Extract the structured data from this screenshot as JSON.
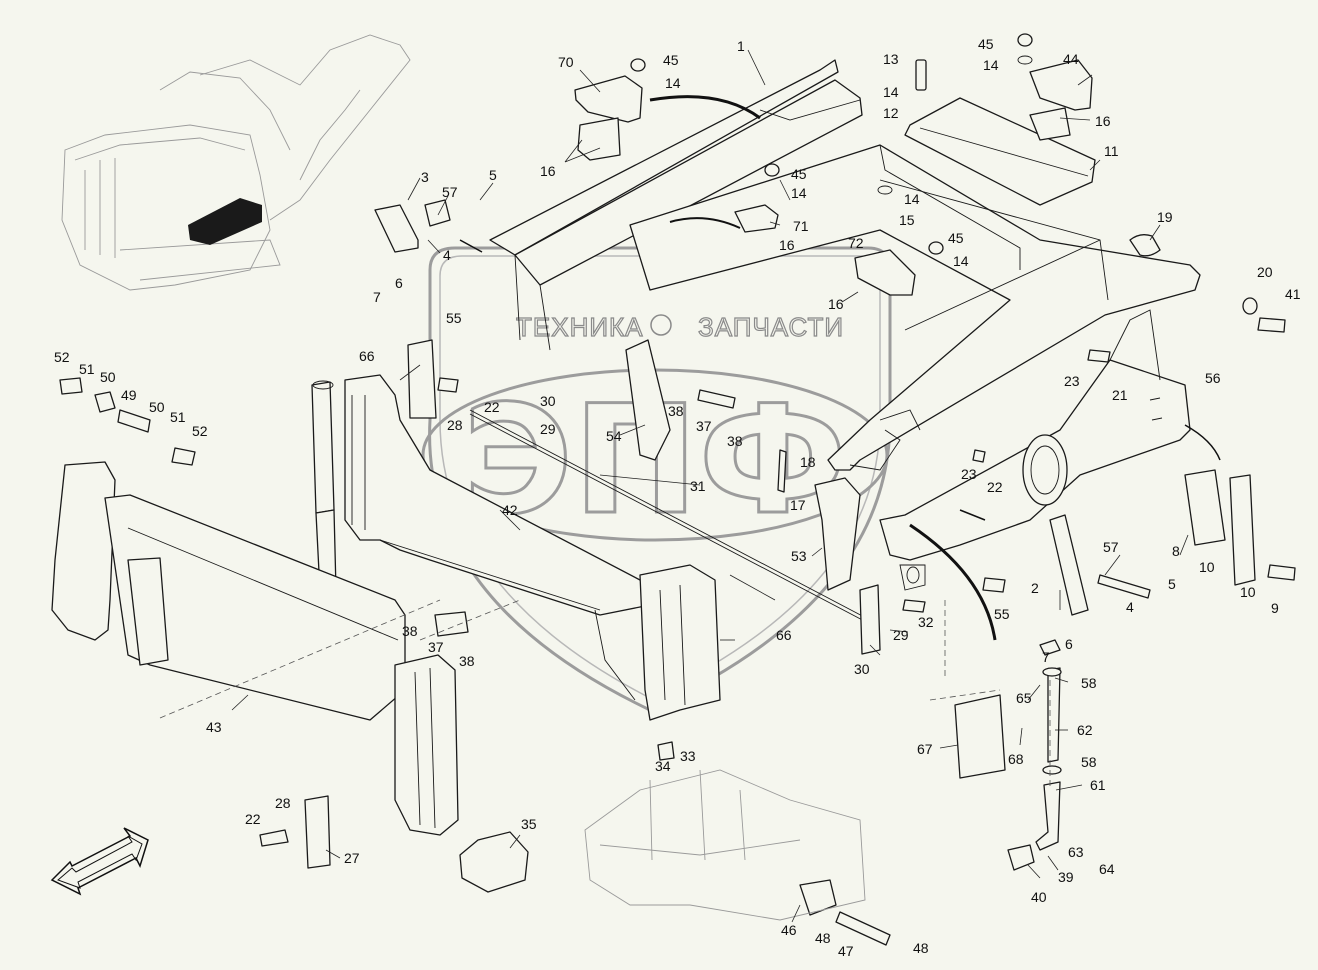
{
  "watermark": {
    "line1_left": "ТЕХНИКА",
    "line1_right": "ЗАПЧАСТИ",
    "logo": "ЭПФ"
  },
  "callouts": [
    {
      "id": "1",
      "text": "1"
    },
    {
      "id": "70",
      "text": "70"
    },
    {
      "id": "45a",
      "text": "45"
    },
    {
      "id": "14a",
      "text": "14"
    },
    {
      "id": "16a",
      "text": "16"
    },
    {
      "id": "3a",
      "text": "3"
    },
    {
      "id": "57a",
      "text": "57"
    },
    {
      "id": "5a",
      "text": "5"
    },
    {
      "id": "4a",
      "text": "4"
    },
    {
      "id": "6a",
      "text": "6"
    },
    {
      "id": "7a",
      "text": "7"
    },
    {
      "id": "55a",
      "text": "55"
    },
    {
      "id": "45b",
      "text": "45"
    },
    {
      "id": "14b",
      "text": "14"
    },
    {
      "id": "71",
      "text": "71"
    },
    {
      "id": "16b",
      "text": "16"
    },
    {
      "id": "72",
      "text": "72"
    },
    {
      "id": "16c",
      "text": "16"
    },
    {
      "id": "45c",
      "text": "45"
    },
    {
      "id": "14c",
      "text": "14"
    },
    {
      "id": "13",
      "text": "13"
    },
    {
      "id": "14d",
      "text": "14"
    },
    {
      "id": "12",
      "text": "12"
    },
    {
      "id": "45d",
      "text": "45"
    },
    {
      "id": "14e",
      "text": "14"
    },
    {
      "id": "44",
      "text": "44"
    },
    {
      "id": "16d",
      "text": "16"
    },
    {
      "id": "11",
      "text": "11"
    },
    {
      "id": "14f",
      "text": "14"
    },
    {
      "id": "15",
      "text": "15"
    },
    {
      "id": "19",
      "text": "19"
    },
    {
      "id": "20",
      "text": "20"
    },
    {
      "id": "41",
      "text": "41"
    },
    {
      "id": "23a",
      "text": "23"
    },
    {
      "id": "21",
      "text": "21"
    },
    {
      "id": "56",
      "text": "56"
    },
    {
      "id": "66a",
      "text": "66"
    },
    {
      "id": "52a",
      "text": "52"
    },
    {
      "id": "51a",
      "text": "51"
    },
    {
      "id": "50a",
      "text": "50"
    },
    {
      "id": "49",
      "text": "49"
    },
    {
      "id": "50b",
      "text": "50"
    },
    {
      "id": "51b",
      "text": "51"
    },
    {
      "id": "52b",
      "text": "52"
    },
    {
      "id": "28a",
      "text": "28"
    },
    {
      "id": "22a",
      "text": "22"
    },
    {
      "id": "30a",
      "text": "30"
    },
    {
      "id": "29a",
      "text": "29"
    },
    {
      "id": "38a",
      "text": "38"
    },
    {
      "id": "37a",
      "text": "37"
    },
    {
      "id": "38b",
      "text": "38"
    },
    {
      "id": "54",
      "text": "54"
    },
    {
      "id": "18",
      "text": "18"
    },
    {
      "id": "17",
      "text": "17"
    },
    {
      "id": "31",
      "text": "31"
    },
    {
      "id": "42",
      "text": "42"
    },
    {
      "id": "23b",
      "text": "23"
    },
    {
      "id": "22b",
      "text": "22"
    },
    {
      "id": "53",
      "text": "53"
    },
    {
      "id": "2",
      "text": "2"
    },
    {
      "id": "57b",
      "text": "57"
    },
    {
      "id": "5b",
      "text": "5"
    },
    {
      "id": "4b",
      "text": "4"
    },
    {
      "id": "6b",
      "text": "6"
    },
    {
      "id": "7b",
      "text": "7"
    },
    {
      "id": "8",
      "text": "8"
    },
    {
      "id": "10a",
      "text": "10"
    },
    {
      "id": "10b",
      "text": "10"
    },
    {
      "id": "9",
      "text": "9"
    },
    {
      "id": "55b",
      "text": "55"
    },
    {
      "id": "32",
      "text": "32"
    },
    {
      "id": "29b",
      "text": "29"
    },
    {
      "id": "30b",
      "text": "30"
    },
    {
      "id": "66b",
      "text": "66"
    },
    {
      "id": "43",
      "text": "43"
    },
    {
      "id": "38c",
      "text": "38"
    },
    {
      "id": "37b",
      "text": "37"
    },
    {
      "id": "38d",
      "text": "38"
    },
    {
      "id": "34",
      "text": "34"
    },
    {
      "id": "33",
      "text": "33"
    },
    {
      "id": "65",
      "text": "65"
    },
    {
      "id": "58a",
      "text": "58"
    },
    {
      "id": "62",
      "text": "62"
    },
    {
      "id": "67",
      "text": "67"
    },
    {
      "id": "68",
      "text": "68"
    },
    {
      "id": "58b",
      "text": "58"
    },
    {
      "id": "61",
      "text": "61"
    },
    {
      "id": "63",
      "text": "63"
    },
    {
      "id": "64",
      "text": "64"
    },
    {
      "id": "39",
      "text": "39"
    },
    {
      "id": "40",
      "text": "40"
    },
    {
      "id": "22c",
      "text": "22"
    },
    {
      "id": "28b",
      "text": "28"
    },
    {
      "id": "27",
      "text": "27"
    },
    {
      "id": "35",
      "text": "35"
    },
    {
      "id": "46",
      "text": "46"
    },
    {
      "id": "48a",
      "text": "48"
    },
    {
      "id": "47",
      "text": "47"
    },
    {
      "id": "48b",
      "text": "48"
    }
  ]
}
